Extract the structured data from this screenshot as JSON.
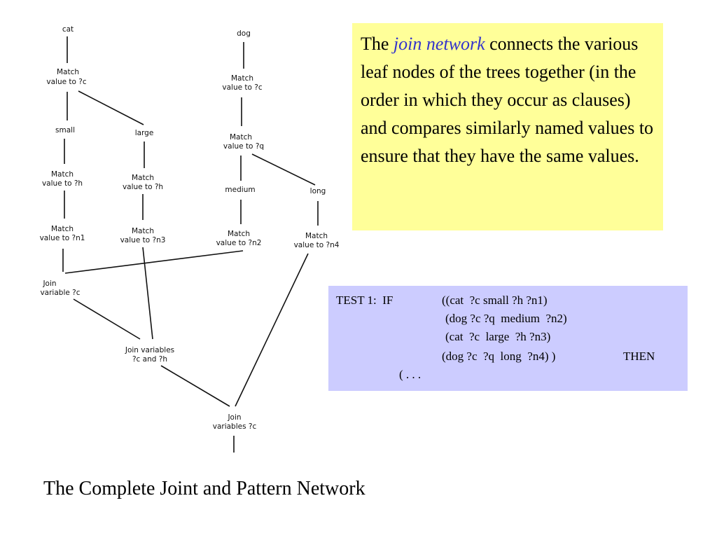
{
  "diagram": {
    "cat": "cat",
    "dog": "dog",
    "match_label": "Match",
    "value_c": "value to ?c",
    "value_q": "value to ?q",
    "value_h": "value to ?h",
    "value_n1": "value to ?n1",
    "value_n2": "value to ?n2",
    "value_n3": "value to ?n3",
    "value_n4": "value to ?n4",
    "small": "small",
    "large": "large",
    "medium": "medium",
    "long": "long",
    "join1_a": "Join",
    "join1_b": "variable ?c",
    "join2_a": "Join variables",
    "join2_b": "?c and ?h",
    "join3_a": "Join",
    "join3_b": "variables ?c"
  },
  "callout": {
    "prefix": "The ",
    "term": "join network",
    "body": " connects the various leaf nodes of the trees together (in the order in which they occur as clauses) and compares similarly named values to ensure that they have the same values."
  },
  "rule": {
    "label": "TEST 1:  IF",
    "line1": "((cat  ?c small ?h ?n1)",
    "line2": "(dog ?c ?q  medium  ?n2)",
    "line3": "(cat  ?c  large  ?h ?n3)",
    "line4": "(dog ?c  ?q  long  ?n4) )",
    "then": "THEN",
    "tail": "( . . ."
  },
  "caption": "The Complete Joint and Pattern Network"
}
